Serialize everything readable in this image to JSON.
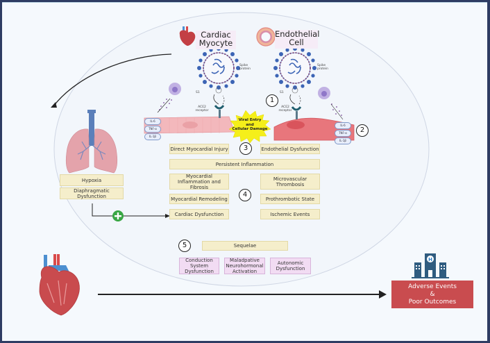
{
  "titles": {
    "cardiac_myocyte": "Cardiac Myocyte",
    "endothelial_cell": "Endothelial Cell"
  },
  "virus_labels": {
    "spike_protein": "Spike protein",
    "s1": "S1",
    "ace2_receptor": "ACE2 receptor"
  },
  "cytokines_left": [
    "IL-6",
    "TNF-α",
    "IL-1β"
  ],
  "cytokines_right": [
    "IL-6",
    "TNF-α",
    "IL-1β"
  ],
  "starburst": {
    "line1": "Viral Entry",
    "line2": "and",
    "line3": "Cellular Damage"
  },
  "steps": [
    "1",
    "2",
    "3",
    "4",
    "5"
  ],
  "lung_boxes": {
    "hypoxia": "Hypoxia",
    "diaphragmatic": "Diaphragmatic Dysfunction"
  },
  "mechanism_boxes": {
    "direct_myocardial_injury": "Direct Myocardial Injury",
    "endothelial_dysfunction": "Endothelial Dysfunction",
    "persistent_inflammation": "Persistent Inflammation",
    "myocardial_inflammation": "Myocardial Inflammation and Fibrosis",
    "microvascular_thrombosis": "Microvascular Thrombosis",
    "myocardial_remodeling": "Myocardial Remodeling",
    "prothrombotic_state": "Prothrombotic State",
    "cardiac_dysfunction": "Cardiac Dysfunction",
    "ischemic_events": "Ischemic Events"
  },
  "sequelae": {
    "header": "Sequelae",
    "items": [
      "Conduction System Dysfunction",
      "Maladpative Neurohormonal Activation",
      "Autonomic Dysfunction"
    ]
  },
  "outcome": {
    "line1": "Adverse Events",
    "line2": "&",
    "line3": "Poor Outcomes"
  },
  "colors": {
    "frame_border": "#2e3c63",
    "background": "#f5f9fd",
    "tan_box": "#f5eecb",
    "purple_box": "#f2dcf3",
    "outcome_red": "#c94c4f",
    "starburst_yellow": "#f5ef1a",
    "plus_green": "#3aa745",
    "hospital_blue": "#2f5c80"
  }
}
